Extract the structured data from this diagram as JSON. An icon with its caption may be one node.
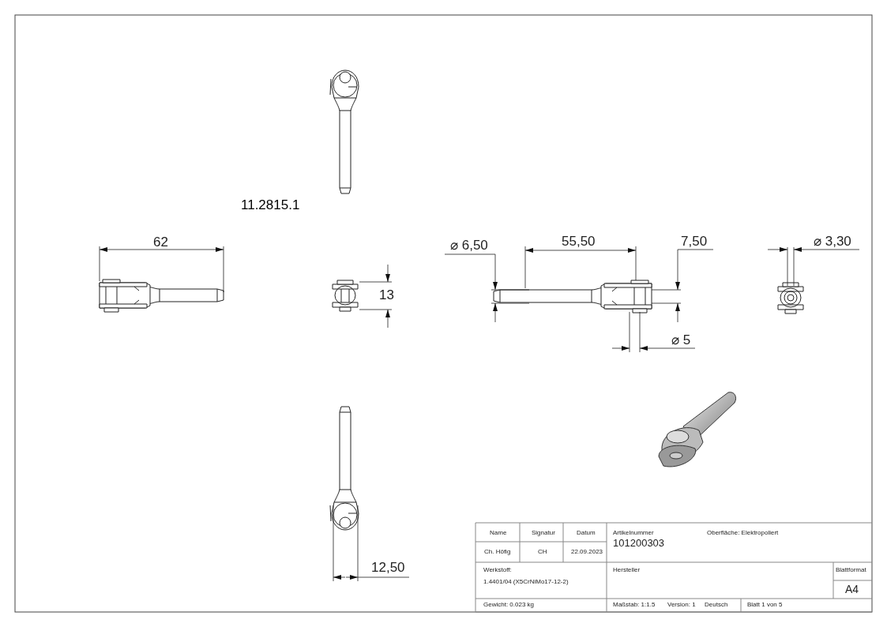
{
  "diagram": {
    "labels": [
      "11.2815.1",
      "62",
      "13",
      "⌀ 6,50",
      "55,50",
      "7,50",
      "⌀ 3,30",
      "⌀ 5",
      "12,50",
      "Name",
      "Signatur",
      "Datum",
      "Artikelnummer",
      "Oberfläche:  Elektropoliert",
      "Ch. Höfig",
      "CH",
      "22.09.2023",
      "101200303",
      "Werkstoff:",
      "1.4401/04 (X5CrNiMo17-12-2)",
      "Hersteller",
      "Blattformat",
      "A4",
      "Gewicht: 0.023 kg",
      "Maßstab: 1:1.5",
      "Version: 1",
      "Deutsch",
      "Blatt 1 von 5"
    ]
  }
}
